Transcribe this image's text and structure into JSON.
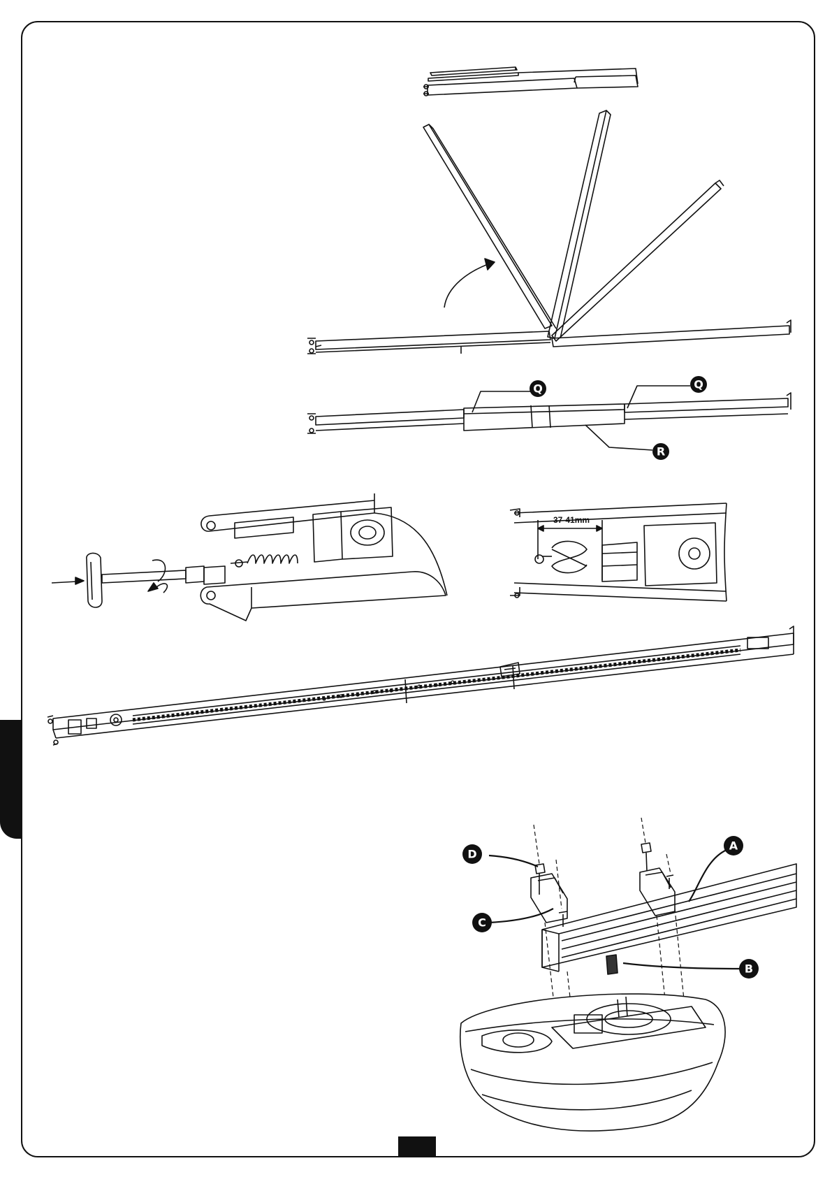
{
  "callouts": {
    "q1": "Q",
    "q2": "Q",
    "r": "R",
    "a": "A",
    "b": "B",
    "c": "C",
    "d": "D"
  },
  "dimension": "37-41mm"
}
